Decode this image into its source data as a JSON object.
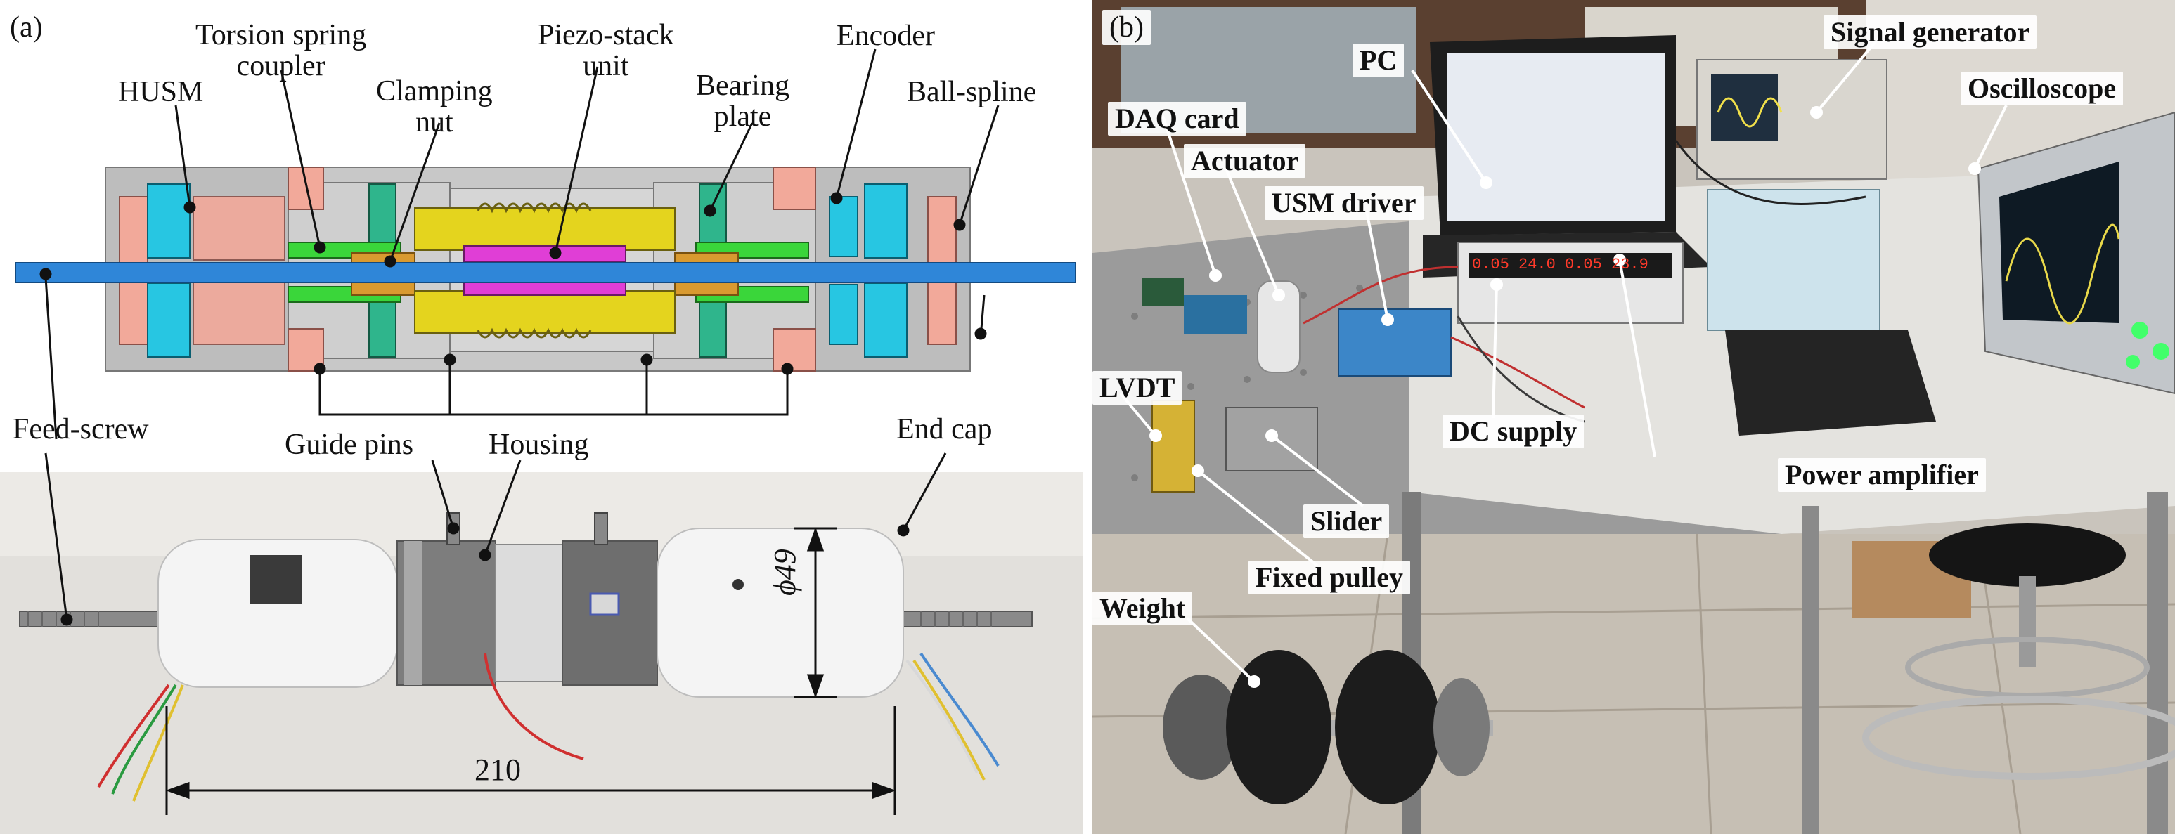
{
  "panel_a": {
    "tag": "(a)",
    "labels": {
      "husm": "HUSM",
      "torsion_spring_coupler": "Torsion spring\ncoupler",
      "clamping_nut": "Clamping\nnut",
      "piezo_stack_unit": "Piezo-stack\nunit",
      "bearing_plate": "Bearing\nplate",
      "encoder": "Encoder",
      "ball_spline": "Ball-spline",
      "feed_screw": "Feed-screw",
      "guide_pins": "Guide pins",
      "housing": "Housing",
      "end_cap": "End cap",
      "diameter": "ϕ49",
      "length": "210"
    },
    "colors": {
      "feed_screw": "#2f86d8",
      "husm": "#22c4e0",
      "spring": "#36d336",
      "piezo": "#e040d8",
      "yellow_parts": "#e3d11c",
      "orange_nut": "#d99a30",
      "teal_plate": "#2bb088",
      "salmon": "#f0a090",
      "housing_grey": "#b4b4b4"
    }
  },
  "panel_b": {
    "tag": "(b)",
    "labels": {
      "pc": "PC",
      "signal_generator": "Signal generator",
      "oscilloscope": "Oscilloscope",
      "daq_card": "DAQ card",
      "actuator": "Actuator",
      "usm_driver": "USM driver",
      "lvdt": "LVDT",
      "dc_supply": "DC supply",
      "power_amplifier": "Power amplifier",
      "slider": "Slider",
      "fixed_pulley": "Fixed pulley",
      "weight": "Weight"
    },
    "dc_readout": "0.05  24.0   0.05  23.9"
  }
}
